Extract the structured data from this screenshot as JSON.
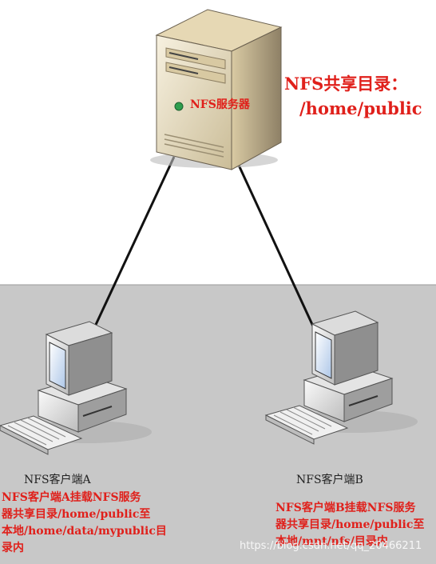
{
  "server": {
    "label": "NFS服务器",
    "share_title": "NFS共享目录：",
    "share_path": "/home/public"
  },
  "clients": [
    {
      "name": "NFS客户端A",
      "desc_lines": [
        "NFS客户端A挂载NFS服务",
        "器共享目录/home/public至",
        "本地/home/data/mypublic目",
        "录内"
      ]
    },
    {
      "name": "NFS客户端B",
      "desc_lines": [
        "NFS客户端B挂载NFS服务",
        "器共享目录/home/public至",
        "本地/mnt/nfs/目录内"
      ]
    }
  ],
  "watermark": "https://blog.csdn.net/qq_20466211",
  "colors": {
    "accent_text": "#e0201b",
    "network_zone": "#c8c8c8",
    "server_body": "#efe6cf",
    "monitor_body": "#eaeaea",
    "screen": "#dbe7f5"
  }
}
